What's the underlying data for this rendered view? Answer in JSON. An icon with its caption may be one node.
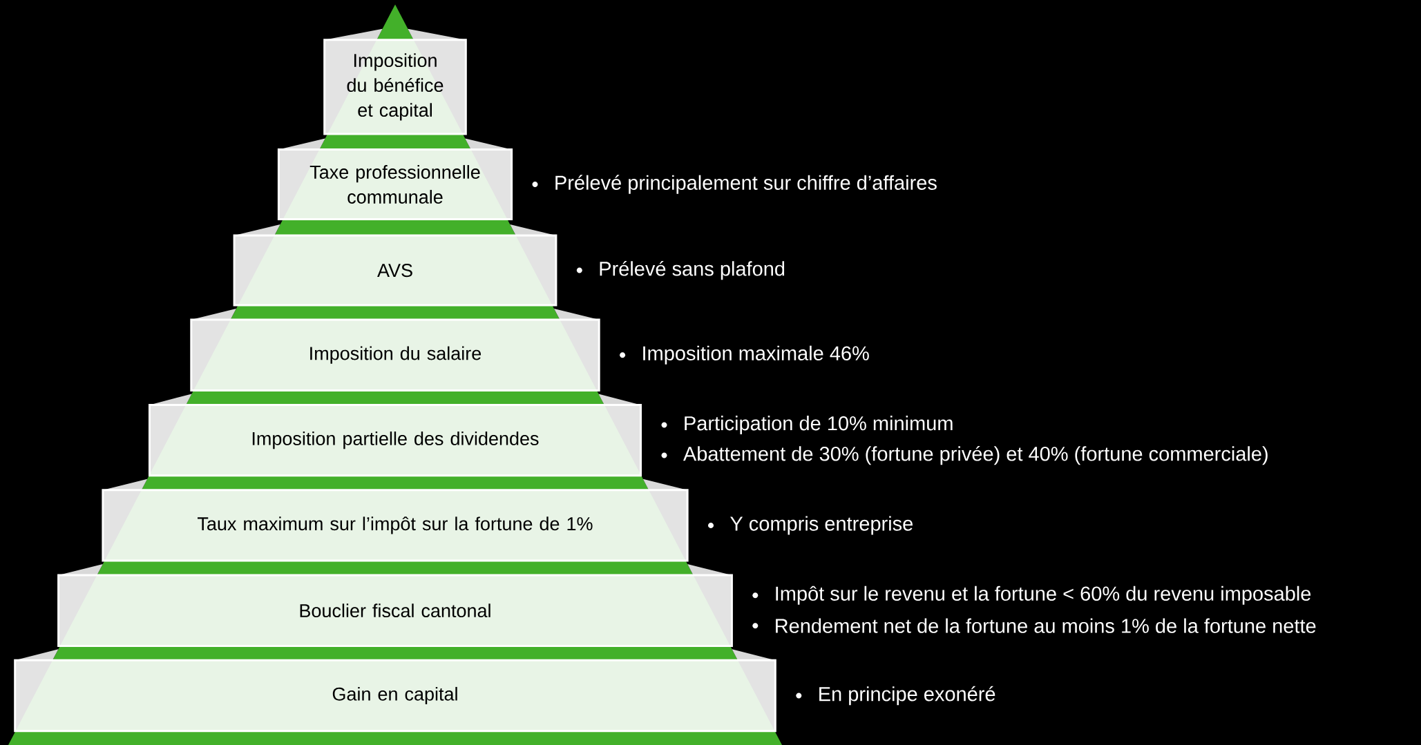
{
  "diagram": {
    "nodes": [
      {
        "text": [
          "Imposition du bénéfice et capital"
        ]
      },
      {
        "text": [
          "Taxe professionnelle communale"
        ],
        "beside": [
          "Prélevé principalement sur chiffre d’affaires"
        ]
      },
      {
        "text": [
          "AVS"
        ],
        "beside": [
          "Prélevé sans plafond"
        ]
      },
      {
        "text": [
          "Imposition du salaire"
        ],
        "beside": [
          "Imposition maximale 46%"
        ]
      },
      {
        "text": [
          "Imposition partielle des dividendes"
        ],
        "beside": [
          "Participation de 10% minimum",
          "Abattement de 30% (fortune privée) et 40% (fortune commerciale)"
        ]
      },
      {
        "text": [
          "Taux maximum sur l’impôt sur la fortune de 1%"
        ],
        "beside": [
          "Y compris entreprise"
        ]
      },
      {
        "text": [
          "Bouclier fiscal cantonal"
        ],
        "beside": [
          "Impôt sur le revenu et la fortune < 60% du revenu imposable",
          "Rendement net de la fortune au moins 1% de la fortune nette"
        ]
      },
      {
        "text": [
          "Gain en capital"
        ],
        "beside": [
          "En principe exonéré"
        ]
      }
    ]
  }
}
